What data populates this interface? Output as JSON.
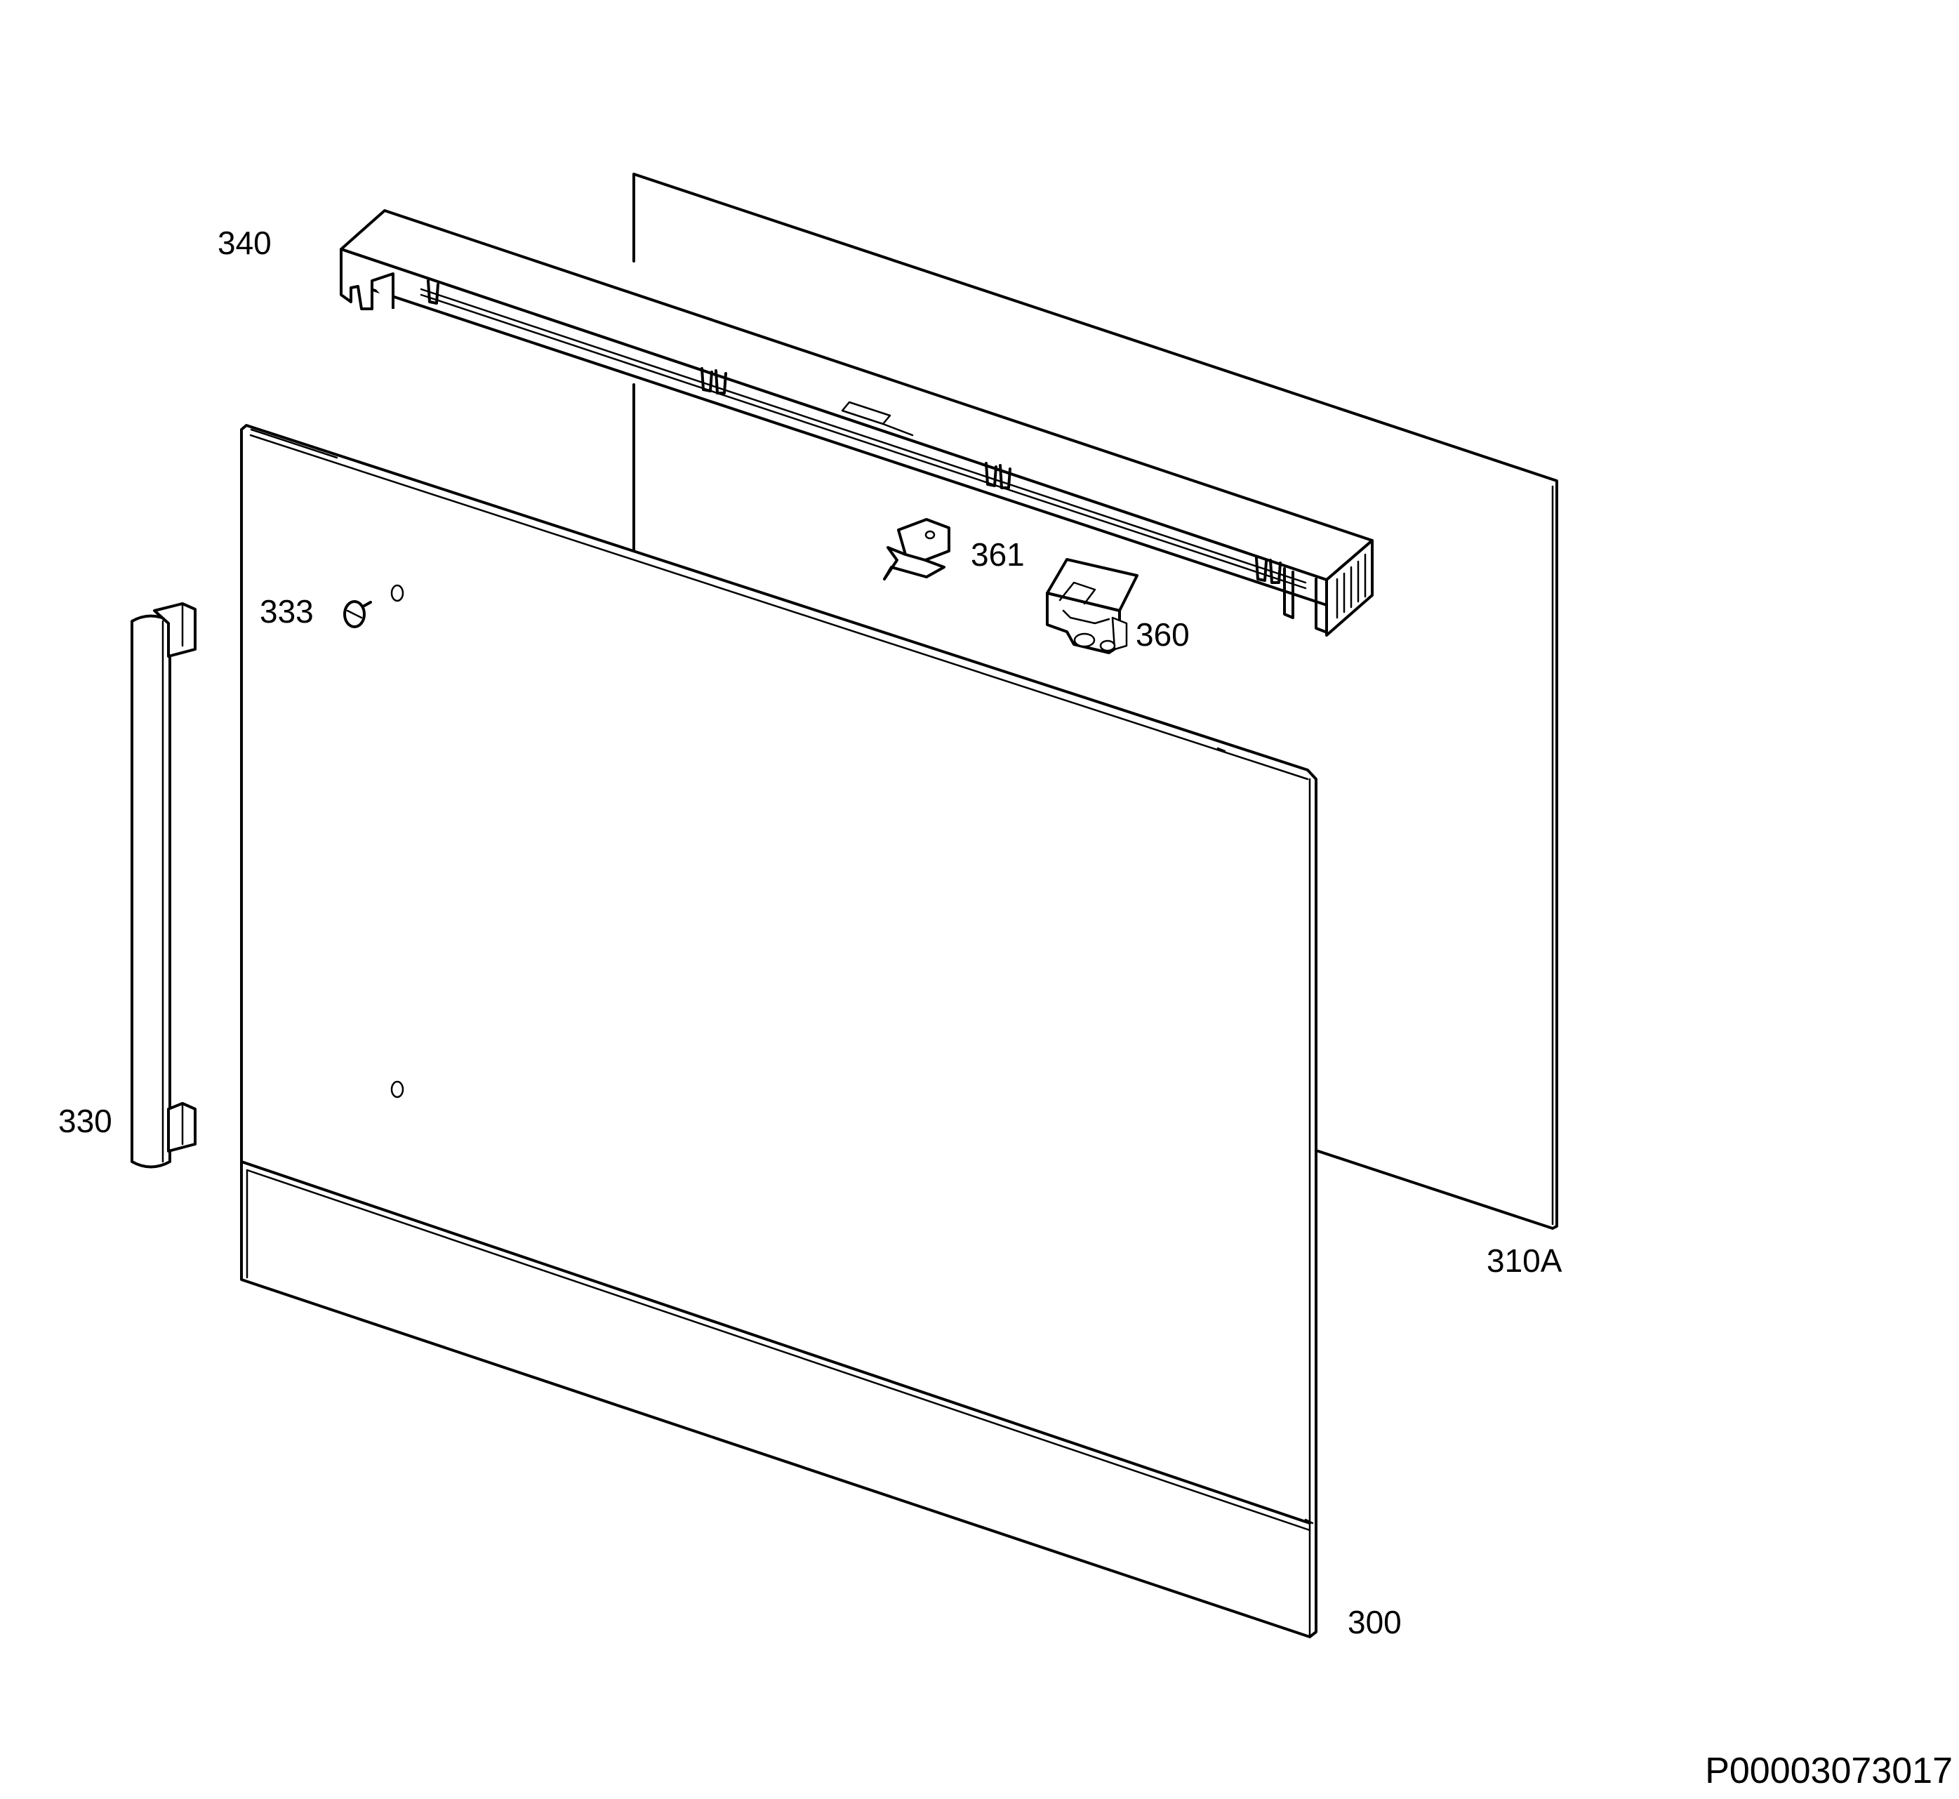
{
  "diagram": {
    "labels": {
      "part_300": "300",
      "part_310A": "310A",
      "part_330": "330",
      "part_333": "333",
      "part_340": "340",
      "part_360": "360",
      "part_361": "361"
    },
    "document_code": "P00003073017"
  }
}
